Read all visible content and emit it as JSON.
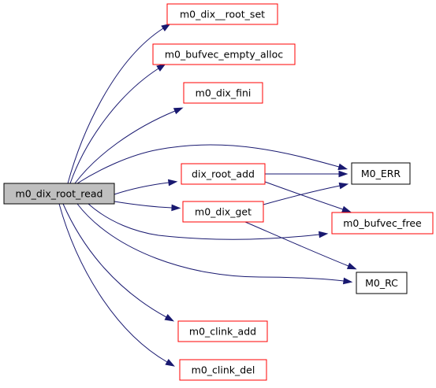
{
  "colors": {
    "edge": "#191970",
    "root_fill": "#bfbfbf",
    "root_border": "#000000",
    "linked_border": "#ff0000",
    "plain_border": "#000000",
    "node_fill": "#ffffff"
  },
  "nodes": [
    {
      "id": "root",
      "label": "m0_dix_root_read",
      "kind": "root"
    },
    {
      "id": "root_set",
      "label": "m0_dix__root_set",
      "kind": "linked"
    },
    {
      "id": "bufvec_empty_alloc",
      "label": "m0_bufvec_empty_alloc",
      "kind": "linked"
    },
    {
      "id": "dix_fini",
      "label": "m0_dix_fini",
      "kind": "linked"
    },
    {
      "id": "dix_root_add",
      "label": "dix_root_add",
      "kind": "linked"
    },
    {
      "id": "dix_get",
      "label": "m0_dix_get",
      "kind": "linked"
    },
    {
      "id": "clink_add",
      "label": "m0_clink_add",
      "kind": "linked"
    },
    {
      "id": "clink_del",
      "label": "m0_clink_del",
      "kind": "linked"
    },
    {
      "id": "m0_err",
      "label": "M0_ERR",
      "kind": "plain"
    },
    {
      "id": "bufvec_free",
      "label": "m0_bufvec_free",
      "kind": "linked"
    },
    {
      "id": "m0_rc",
      "label": "M0_RC",
      "kind": "plain"
    }
  ],
  "edges": [
    {
      "from": "root",
      "to": "root_set"
    },
    {
      "from": "root",
      "to": "bufvec_empty_alloc"
    },
    {
      "from": "root",
      "to": "dix_fini"
    },
    {
      "from": "root",
      "to": "m0_err"
    },
    {
      "from": "root",
      "to": "dix_root_add"
    },
    {
      "from": "root",
      "to": "dix_get"
    },
    {
      "from": "root",
      "to": "bufvec_free"
    },
    {
      "from": "root",
      "to": "m0_rc"
    },
    {
      "from": "root",
      "to": "clink_add"
    },
    {
      "from": "root",
      "to": "clink_del"
    },
    {
      "from": "dix_root_add",
      "to": "m0_err"
    },
    {
      "from": "dix_root_add",
      "to": "bufvec_free"
    },
    {
      "from": "dix_get",
      "to": "m0_err"
    },
    {
      "from": "dix_get",
      "to": "m0_rc"
    }
  ]
}
